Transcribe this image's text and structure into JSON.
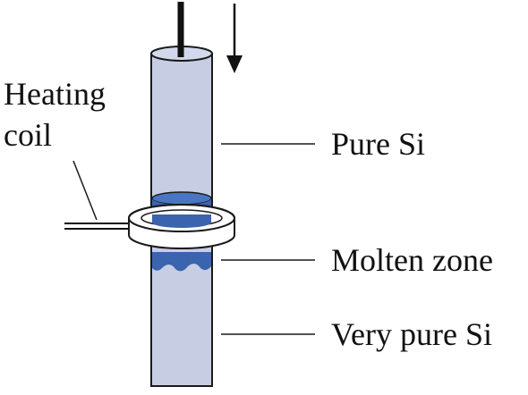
{
  "labels": {
    "heating_coil_line1": "Heating",
    "heating_coil_line2": "coil",
    "pure_si": "Pure Si",
    "molten_zone": "Molten zone",
    "very_pure_si": "Very pure Si"
  },
  "colors": {
    "rod_fill": "#c7cee4",
    "rod_stroke": "#1a1a1a",
    "molten_fill": "#3a64ad",
    "coil_fill": "#ffffff",
    "line": "#1a1a1a"
  },
  "icons": {
    "motion_arrow": "arrow-down-icon"
  }
}
